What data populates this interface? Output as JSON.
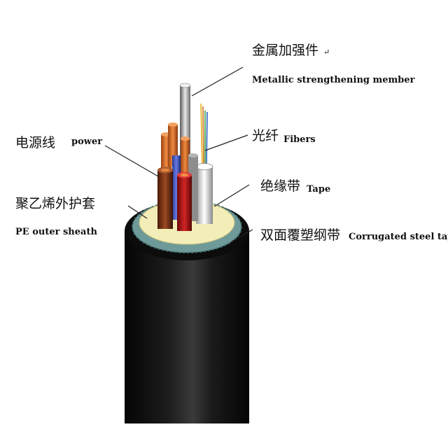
{
  "labels": {
    "metallic_zh": "金属加强件",
    "metallic_mark": "↵",
    "metallic_en": "Metallic strengthening member",
    "power_zh": "电源线",
    "power_en": "power",
    "fibers_zh": "光纤",
    "fibers_en": "Fibers",
    "tape_zh": "绝缘带",
    "tape_en": "Tape",
    "sheath_zh": "聚乙烯外护套",
    "sheath_en": "PE outer sheath",
    "steel_zh": "双面覆塑纲带",
    "steel_en": "Corrugated steel tape"
  },
  "colors": {
    "sheath": "#151515",
    "steel_tape": "#6f9a9a",
    "insulating_tape": "#f3edb8",
    "power_wire_brown": "#8a3a1a",
    "power_wire_red": "#b01c1c",
    "copper": "#d06a2a",
    "fiber_tube": "#e8e8e8",
    "metallic_member": "#9a9a9a",
    "fiber_strands": [
      "#e0b020",
      "#d07020",
      "#3aa040",
      "#2a60c0"
    ]
  }
}
